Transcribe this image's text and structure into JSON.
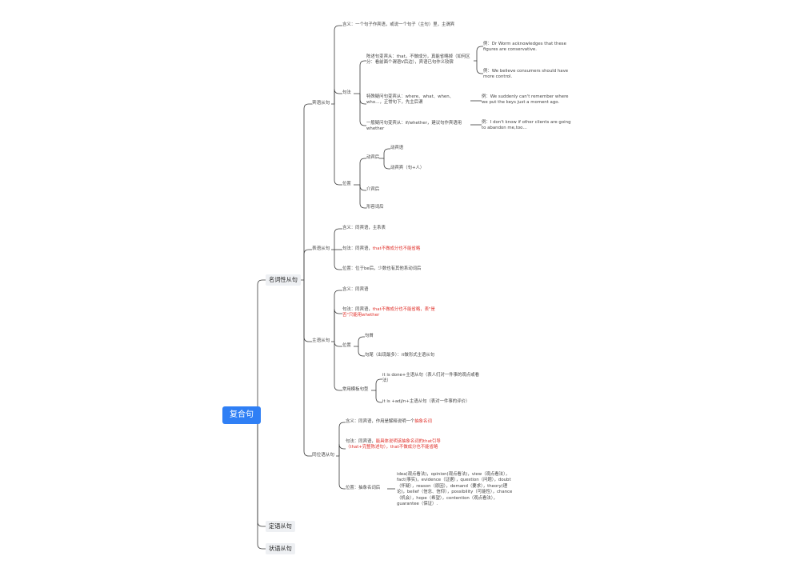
{
  "root": "复合句",
  "branches": {
    "noun": "名词性从句",
    "attr": "定语从句",
    "adv": "状语从句"
  },
  "object": {
    "title": "宾语从句",
    "meaning": "含义：一个句子作宾语，或说一个句子（主句）里，主谓宾",
    "usage": "句法",
    "that_clause": "陈述句变宾从：that，不做成分，真能省略掉（如何区分：看前面个谓语V后边），宾语已句作义较宿",
    "that_ex1": "例：Dr Worm acknowledges that these figures are conservative.",
    "that_ex2": "例：We believe consumers should  have more control.",
    "wh_clause": "特殊疑问句变宾从：where、what、when、who…，正常句下，先主后谓",
    "wh_ex": "例：We suddenly can't remember where we put the keys just a moment ago.",
    "if_clause": "一般疑问句变宾从：if/whether，建议句作宾语用whether",
    "if_ex": "例：I don't know if other clients are going to abandon me,too…",
    "position": "位置",
    "after_verb": "动宾后",
    "verb1": "动宾语",
    "verb2": "动宾宾（句+人）",
    "after_prep": "介宾后",
    "after_adj": "形容词后"
  },
  "predicative": {
    "title": "表语从句",
    "meaning": "含义：同宾语，主系表",
    "usage_prefix": "句法：同宾语，",
    "usage_red": "that不做成分也不能省略",
    "position": "位置：位于be后，少数也有其他系动词后"
  },
  "subject": {
    "title": "主语从句",
    "meaning": "含义：同宾语",
    "usage_prefix": "句法：同宾语，",
    "usage_red": "that不做成分也不能省略，表\"是否\"只能用whether",
    "position": "位置",
    "pos1": "句首",
    "pos2": "句尾（出现最多）：it做形式主语从句",
    "common": "常用模板句型",
    "pattern1": "it is done+主语从句（表人们对一件事的观点或看法）",
    "pattern2": "it is +adj/n+主语从句（表对一件事的评价）"
  },
  "appositive": {
    "title": "同位语从句",
    "meaning_prefix": "含义：同宾语，作用是解释说明一个",
    "meaning_red": "抽象名词",
    "usage_prefix": "句法：同宾语，",
    "usage_red": "能具体说明该抽象名词的that引导（that+完整陈述句），that不做成分也不能省略",
    "position": "位置：抽象名词后",
    "nouns": "idea(观点看法)，opinion(观点看法)，view（观点看法），fact(事实)，evidence（证据），question（问题），doubt（怀疑），reason（原因），demand（要求），theory(理论)，belief（信念、信仰），possibility（可能性），chance（机会），hope（希望），contention（观点看法），guarantee（保证）."
  }
}
